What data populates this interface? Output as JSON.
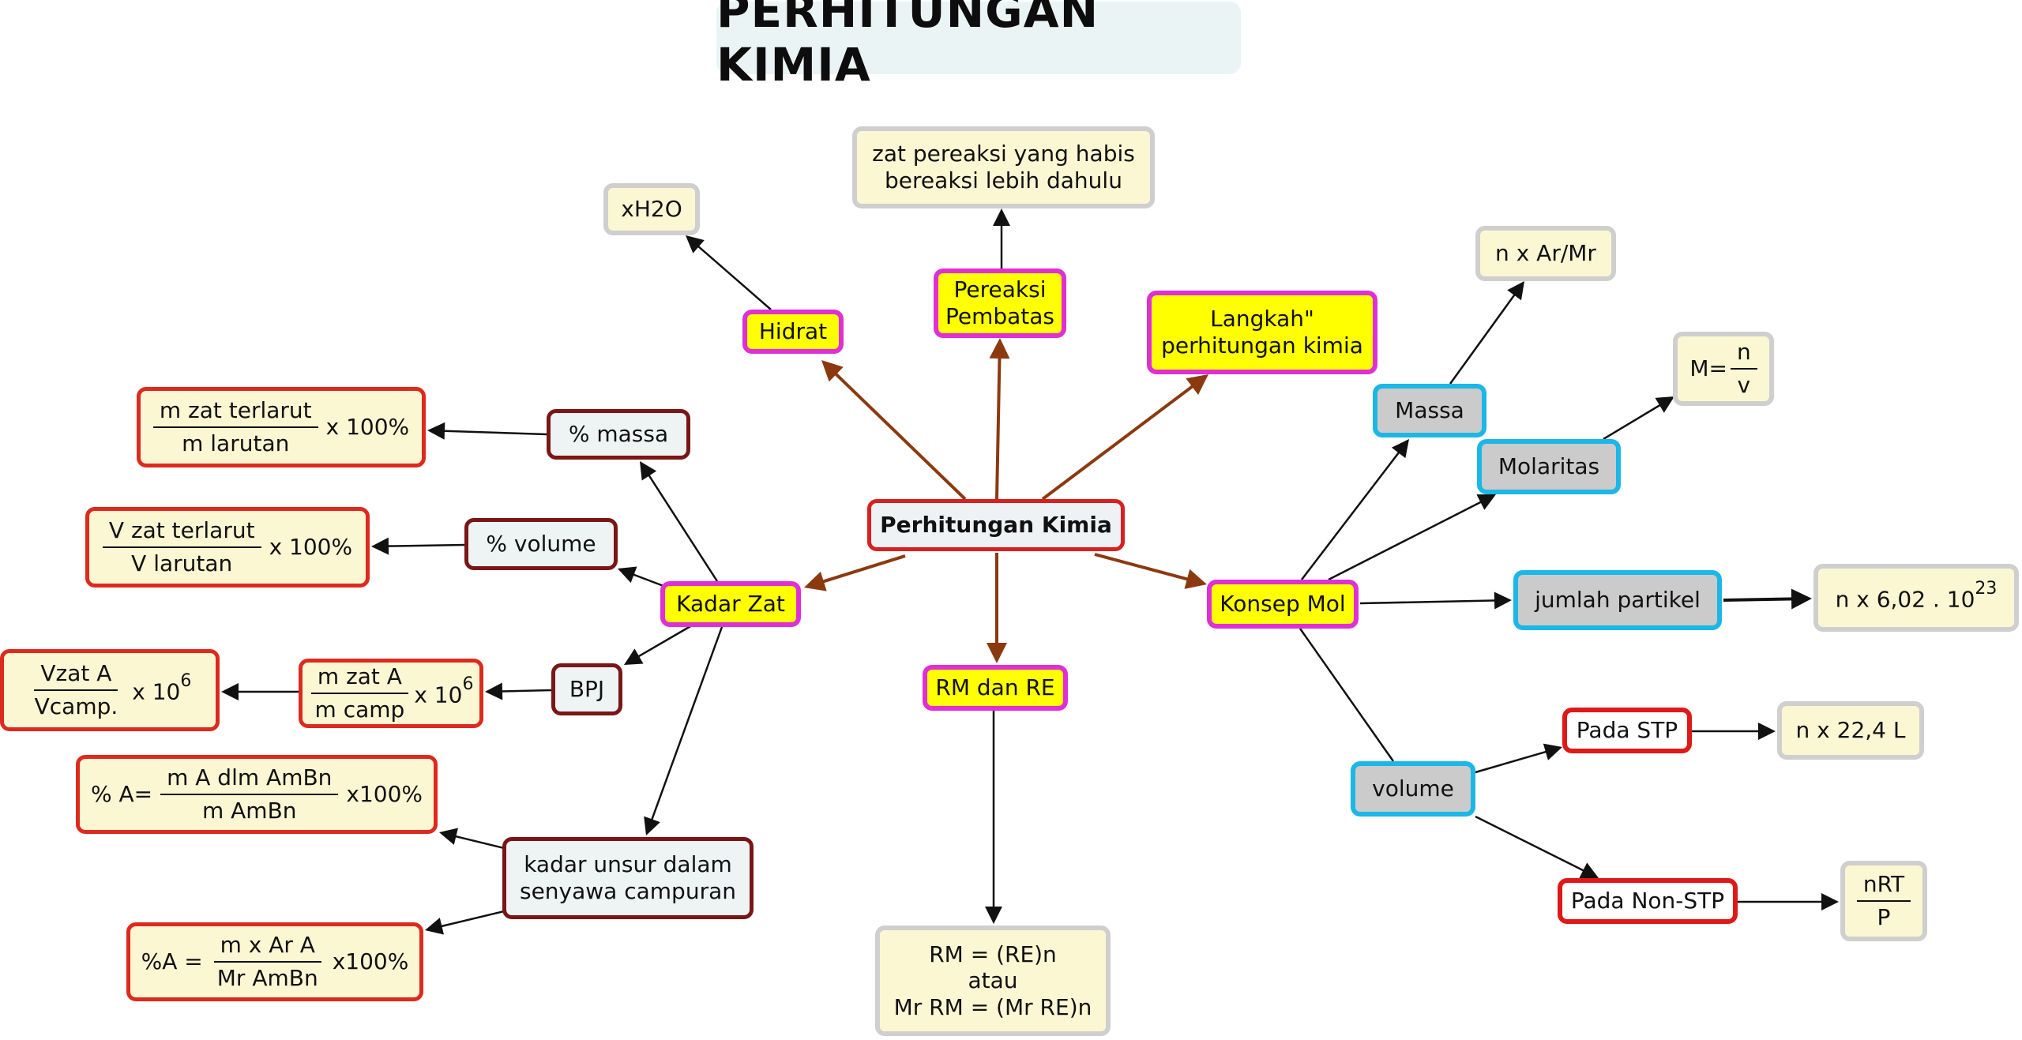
{
  "title": "PERHITUNGAN KIMIA",
  "colors": {
    "brown_arrow": "#8b3a0f",
    "black_arrow": "#111111",
    "yellow_fill": "#ffff00",
    "magenta_border": "#e02fd6",
    "cyan_border": "#1bb7e6",
    "red_border": "#e01818",
    "cream_fill": "#fbf7d3"
  },
  "nodes": {
    "center": "Perhitungan Kimia",
    "hidrat": "Hidrat",
    "xh2o": "xH2O",
    "pereaksi_1": "Pereaksi",
    "pereaksi_2": "Pembatas",
    "zat_1": "zat pereaksi yang habis",
    "zat_2": "bereaksi lebih dahulu",
    "langkah_1": "Langkah\"",
    "langkah_2": "perhitungan kimia",
    "kadar_zat": "Kadar Zat",
    "persen_massa": "% massa",
    "persen_volume": "% volume",
    "bpj": "BPJ",
    "kadar_unsur_1": "kadar unsur dalam",
    "kadar_unsur_2": "senyawa campuran",
    "rm_re": "RM dan RE",
    "rm_formula_1": "RM = (RE)n",
    "rm_formula_2": "atau",
    "rm_formula_3": "Mr RM = (Mr RE)n",
    "konsep_mol": "Konsep Mol",
    "massa": "Massa",
    "n_ar_mr": "n x Ar/Mr",
    "molaritas": "Molaritas",
    "jumlah_partikel": "jumlah partikel",
    "volume": "volume",
    "pada_stp": "Pada STP",
    "n_224": "n x 22,4 L",
    "pada_non_stp": "Pada Non-STP"
  },
  "formulas": {
    "massa_num": "m zat terlarut",
    "massa_den": "m larutan",
    "massa_tail": "x 100%",
    "volume_num": "V zat terlarut",
    "volume_den": "V larutan",
    "volume_tail": "x 100%",
    "bpj_num": "m zat A",
    "bpj_den": "m camp",
    "bpj_tail": "x 10",
    "bpj_exp": "6",
    "vzat_num": "Vzat A",
    "vzat_den": "Vcamp.",
    "vzat_tail": "x 10",
    "vzat_exp": "6",
    "pa1_head": "% A=",
    "pa1_num": "m A dlm AmBn",
    "pa1_den": "m AmBn",
    "pa1_tail": "x100%",
    "pa2_head": "%A =",
    "pa2_num": "m x Ar A",
    "pa2_den": "Mr AmBn",
    "pa2_tail": "x100%",
    "mol_head": "M=",
    "mol_num": "n",
    "mol_den": "v",
    "partikel_text": "n x 6,02 . 10",
    "partikel_exp": "23",
    "nrt_num": "nRT",
    "nrt_den": "P"
  }
}
